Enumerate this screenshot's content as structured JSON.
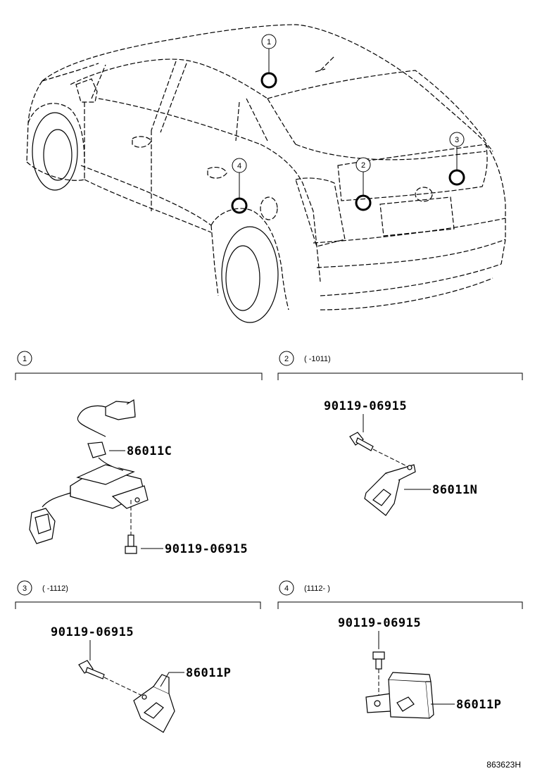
{
  "callouts": [
    "1",
    "2",
    "3",
    "4"
  ],
  "sections": [
    {
      "number": "1",
      "range": "",
      "parts": [
        "86011C",
        "90119-06915"
      ]
    },
    {
      "number": "2",
      "range": "(      -1011)",
      "parts": [
        "90119-06915",
        "86011N"
      ]
    },
    {
      "number": "3",
      "range": "(      -1112)",
      "parts": [
        "90119-06915",
        "86011P"
      ]
    },
    {
      "number": "4",
      "range": "(1112-      )",
      "parts": [
        "90119-06915",
        "86011P"
      ]
    }
  ],
  "diagram_code": "863623H"
}
